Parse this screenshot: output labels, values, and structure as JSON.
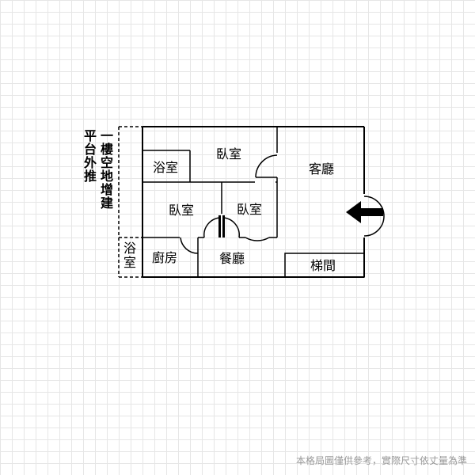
{
  "rooms": {
    "bathroom_upper": "浴室",
    "bedroom_upper": "臥室",
    "living_room": "客廳",
    "bedroom_left": "臥室",
    "bedroom_middle": "臥室",
    "bathroom_lower": "浴\n室",
    "kitchen": "廚房",
    "dining_room": "餐廳",
    "stairwell": "梯間"
  },
  "annotations": {
    "extension_1f": "一\n樓\n空\n地\n增\n建",
    "platform": "平\n台\n外\n推"
  },
  "footer": "本格局圖僅供參考，實際尺寸依丈量為準",
  "icons": {
    "entrance": "arrow-left-icon"
  },
  "colors": {
    "walls": "#000000",
    "grid": "#e6e6e6",
    "footer": "#999999"
  }
}
